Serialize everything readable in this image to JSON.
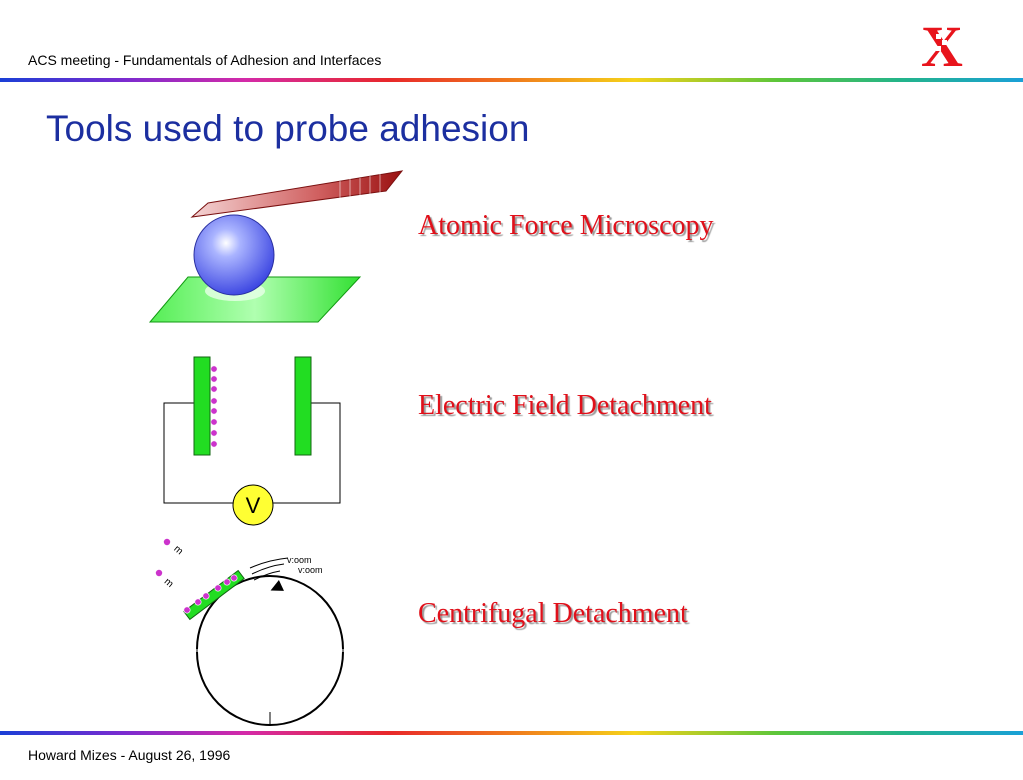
{
  "header": {
    "meeting_title": "ACS meeting - Fundamentals of Adhesion and Interfaces",
    "logo_letter": "X"
  },
  "slide": {
    "title": "Tools used to probe adhesion"
  },
  "methods": [
    {
      "label": "Atomic Force Microscopy"
    },
    {
      "label": "Electric Field Detachment",
      "meter_label": "V"
    },
    {
      "label": "Centrifugal Detachment",
      "motion_text_1": "v:oom",
      "motion_text_2": "v:oom",
      "particle_text_1": "m",
      "particle_text_2": "m"
    }
  ],
  "footer": {
    "author_date": "Howard Mizes - August 26, 1996"
  },
  "colors": {
    "title_blue": "#1c2fa0",
    "label_red": "#e0101a",
    "electrode_green": "#22dd22",
    "particle_magenta": "#cc33cc",
    "meter_yellow": "#ffff33"
  }
}
